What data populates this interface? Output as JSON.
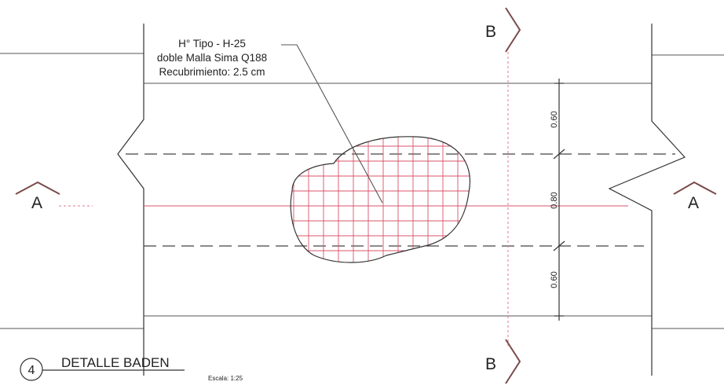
{
  "annotation": {
    "line1": "H° Tipo - H-25",
    "line2": "doble Malla Sima Q188",
    "line3": "Recubrimiento: 2.5 cm"
  },
  "section_marks": {
    "a_left": "A",
    "a_right": "A",
    "b_top": "B",
    "b_bottom": "B"
  },
  "dimensions": {
    "top": "0.60",
    "middle": "0.80",
    "bottom": "0.60"
  },
  "title_block": {
    "number": "4",
    "title": "DETALLE BADEN",
    "scale": "Escala: 1:25"
  },
  "colors": {
    "rebar": "#d9536a",
    "line": "#555555"
  }
}
